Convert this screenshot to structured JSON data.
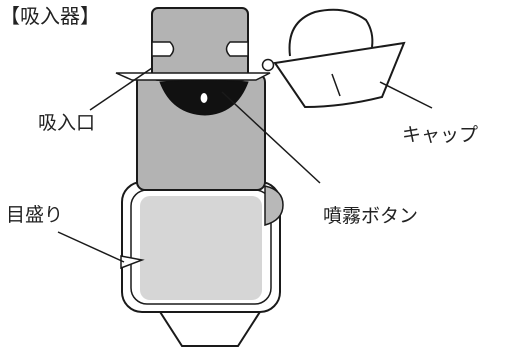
{
  "title": "【吸入器】",
  "labels": {
    "mouthpiece": "吸入口",
    "cap": "キャップ",
    "spray_button": "噴霧ボタン",
    "scale": "目盛り"
  },
  "colors": {
    "outline": "#1a1a1a",
    "upper_body": "#b3b3b3",
    "lower_body": "#d6d6d6",
    "button": "#111111",
    "background": "#ffffff"
  }
}
